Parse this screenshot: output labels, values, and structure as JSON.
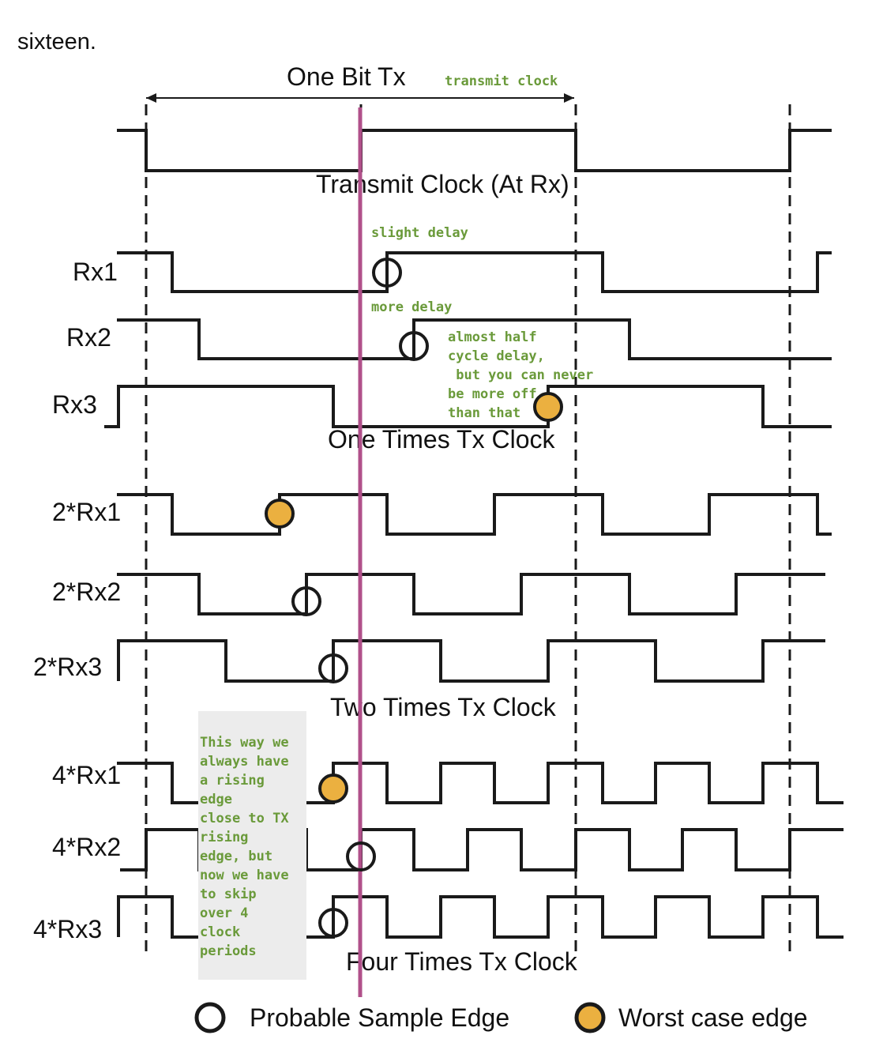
{
  "heading": "sixteen.",
  "period_label": "One Bit Tx",
  "signals": {
    "tx": "Transmit Clock (At Rx)",
    "rx1": "Rx1",
    "rx2": "Rx2",
    "rx3": "Rx3",
    "rx1_2x": "2*Rx1",
    "rx2_2x": "2*Rx2",
    "rx3_2x": "2*Rx3",
    "rx1_4x": "4*Rx1",
    "rx2_4x": "4*Rx2",
    "rx3_4x": "4*Rx3"
  },
  "group_labels": {
    "one": "One Times Tx Clock",
    "two": "Two Times Tx Clock",
    "four": "Four Times Tx Clock"
  },
  "annotations": {
    "transmit": "transmit clock",
    "slight": "slight delay",
    "more": "more delay",
    "half": [
      "almost half",
      "cycle delay,",
      " but you can never",
      "be more off",
      "than that"
    ],
    "note": [
      "This way we",
      "always have",
      "a rising",
      "edge",
      "close to TX",
      "rising",
      "edge, but",
      "now we have",
      "to skip",
      "over 4",
      "clock",
      "periods"
    ]
  },
  "legend": {
    "probable": "Probable Sample Edge",
    "worst": "Worst case edge"
  },
  "colors": {
    "waveform": "#1a1a1a",
    "annotation": "#6a9a3a",
    "marker_line": "#b0508a",
    "worst_fill": "#ebb040",
    "note_bg": "#ececec"
  }
}
